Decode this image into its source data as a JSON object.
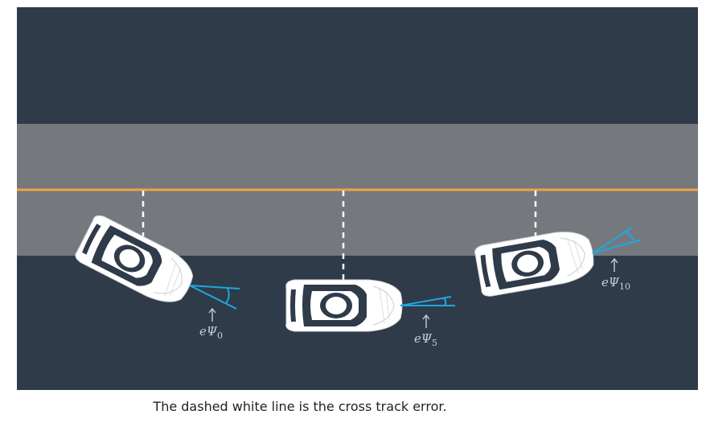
{
  "caption": "The dashed white line is the cross track error.",
  "colors": {
    "asphalt": "#2f3b49",
    "lane_band": "#75797e",
    "reference_line": "#f0a443",
    "error_dash": "#ffffff",
    "heading_error": "#1ea7e0",
    "car_body": "#ffffff",
    "car_glass": "#2f3b49"
  },
  "labels": {
    "epsi0": {
      "base": "eΨ",
      "sub": "0"
    },
    "epsi5": {
      "base": "eΨ",
      "sub": "5"
    },
    "epsi10": {
      "base": "eΨ",
      "sub": "10"
    }
  },
  "icons": [
    "up-arrow-icon",
    "car-icon"
  ]
}
